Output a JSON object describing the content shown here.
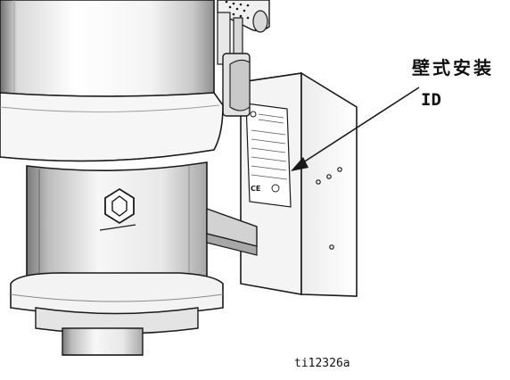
{
  "callout": {
    "label": "壁式安装",
    "id": "ID"
  },
  "figure": {
    "code": "ti12326a"
  },
  "colors": {
    "line": "#1a1a1a",
    "shade_light": "#f2f2f2",
    "shade_mid": "#cfcfcf",
    "shade_dark": "#8a8a8a",
    "background": "#ffffff"
  }
}
